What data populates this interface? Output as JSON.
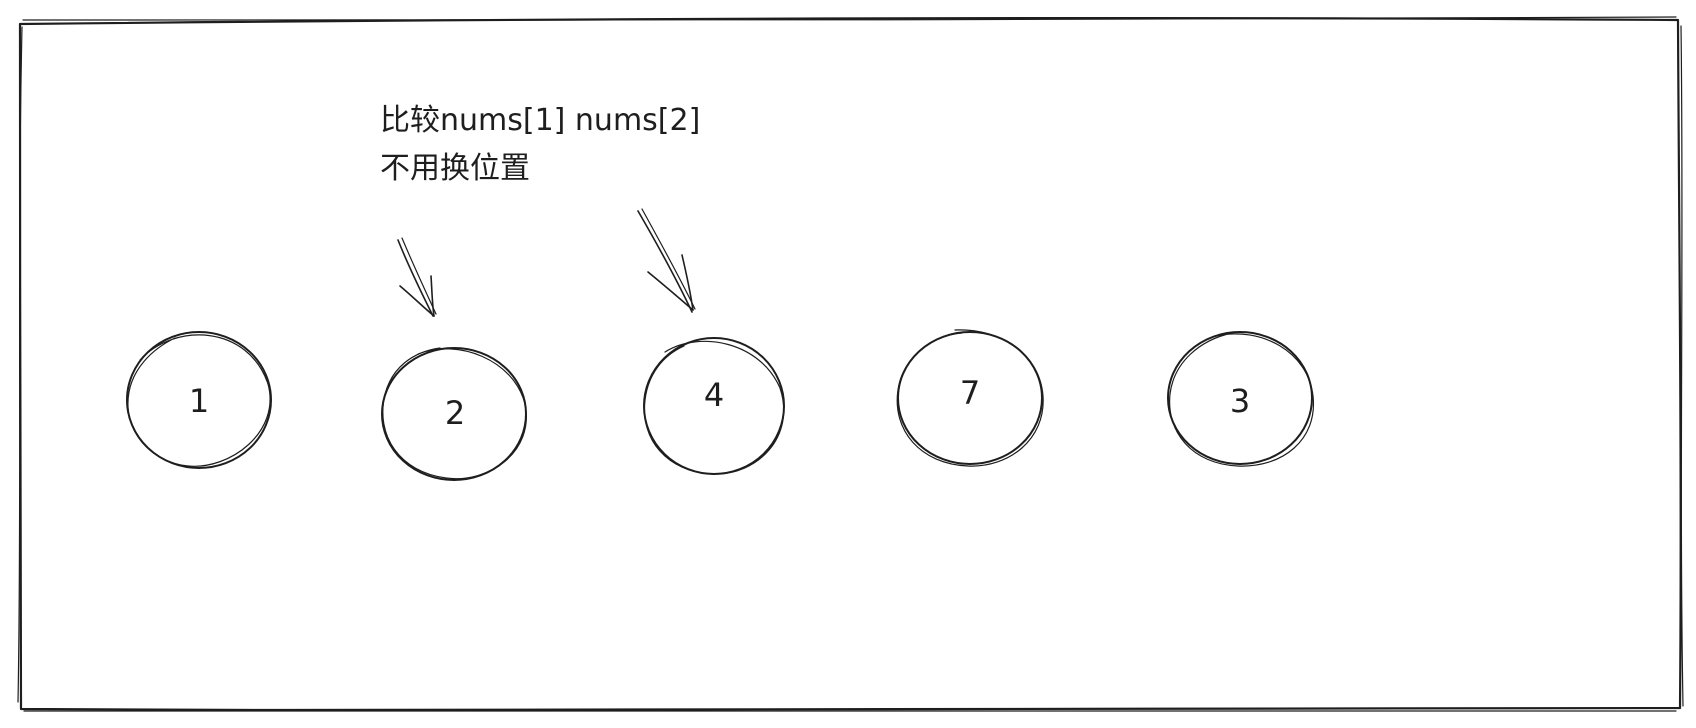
{
  "note": {
    "line1": "比较nums[1] nums[2]",
    "line2": "不用换位置"
  },
  "nodes": [
    {
      "id": "n1",
      "label": "1"
    },
    {
      "id": "n2",
      "label": "2"
    },
    {
      "id": "n3",
      "label": "4"
    },
    {
      "id": "n4",
      "label": "7"
    },
    {
      "id": "n5",
      "label": "3"
    }
  ],
  "arrows": [
    {
      "id": "a1",
      "points_to": "n2"
    },
    {
      "id": "a2",
      "points_to": "n3"
    }
  ],
  "colors": {
    "stroke": "#1e1e1e",
    "background": "#ffffff"
  }
}
